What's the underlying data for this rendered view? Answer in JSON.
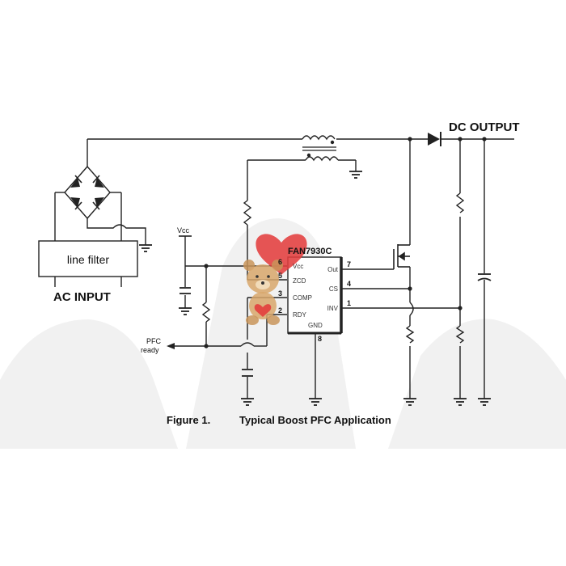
{
  "diagram": {
    "dc_output": "DC OUTPUT",
    "ac_input": "AC INPUT",
    "line_filter": "line filter",
    "vcc": "Vcc",
    "pfc_line1": "PFC",
    "pfc_line2": "ready",
    "chip_name": "FAN7930C",
    "pins": {
      "vcc": "Vcc",
      "zcd": "ZCD",
      "comp": "COMP",
      "rdy": "RDY",
      "gnd": "GND",
      "out": "Out",
      "cs": "CS",
      "inv": "INV"
    },
    "pin_numbers": {
      "p7": "7",
      "p4": "4",
      "p1": "1",
      "p6": "6",
      "p5": "5",
      "p3": "3",
      "p2": "2",
      "p8": "8"
    },
    "caption_fig": "Figure 1.",
    "caption_title": "Typical Boost PFC Application"
  },
  "colors": {
    "background": "#ffffff",
    "watermark": "#f1f1f1",
    "heart": "#e23d3d",
    "bear": "#c9955a"
  }
}
